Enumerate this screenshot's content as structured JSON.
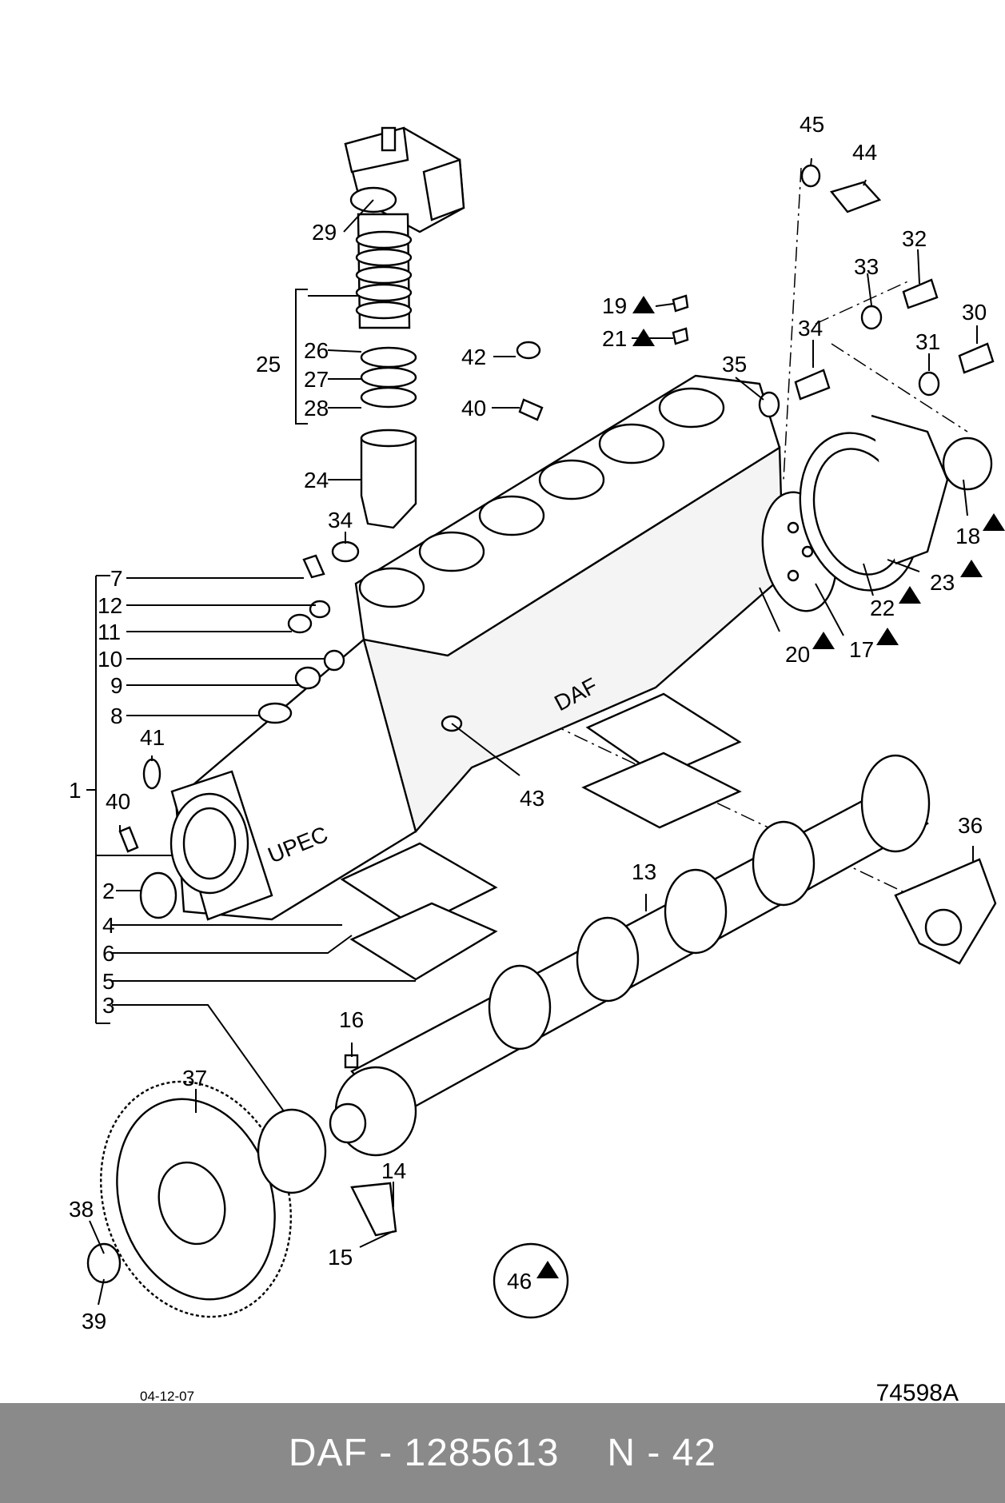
{
  "callouts": {
    "c1": "1",
    "c2": "2",
    "c3": "3",
    "c4": "4",
    "c5": "5",
    "c6": "6",
    "c7": "7",
    "c8": "8",
    "c9": "9",
    "c10": "10",
    "c11": "11",
    "c12": "12",
    "c13": "13",
    "c14": "14",
    "c15": "15",
    "c16": "16",
    "c17": "17",
    "c18": "18",
    "c19": "19",
    "c20": "20",
    "c21": "21",
    "c22": "22",
    "c23": "23",
    "c24": "24",
    "c25": "25",
    "c26": "26",
    "c27": "27",
    "c28": "28",
    "c29": "29",
    "c30": "30",
    "c31": "31",
    "c32": "32",
    "c33": "33",
    "c34a": "34",
    "c34b": "34",
    "c35": "35",
    "c36": "36",
    "c37": "37",
    "c38": "38",
    "c39": "39",
    "c40a": "40",
    "c40b": "40",
    "c41": "41",
    "c42": "42",
    "c43": "43",
    "c44": "44",
    "c45": "45",
    "c46": "46"
  },
  "housing_text": "UPEC",
  "brand_text": "DAF",
  "date_stamp": "04-12-07",
  "drawing_ref": "74598A",
  "footer": {
    "brand": "DAF",
    "sep": " - ",
    "part_number": "1285613",
    "index": "N - 42"
  }
}
